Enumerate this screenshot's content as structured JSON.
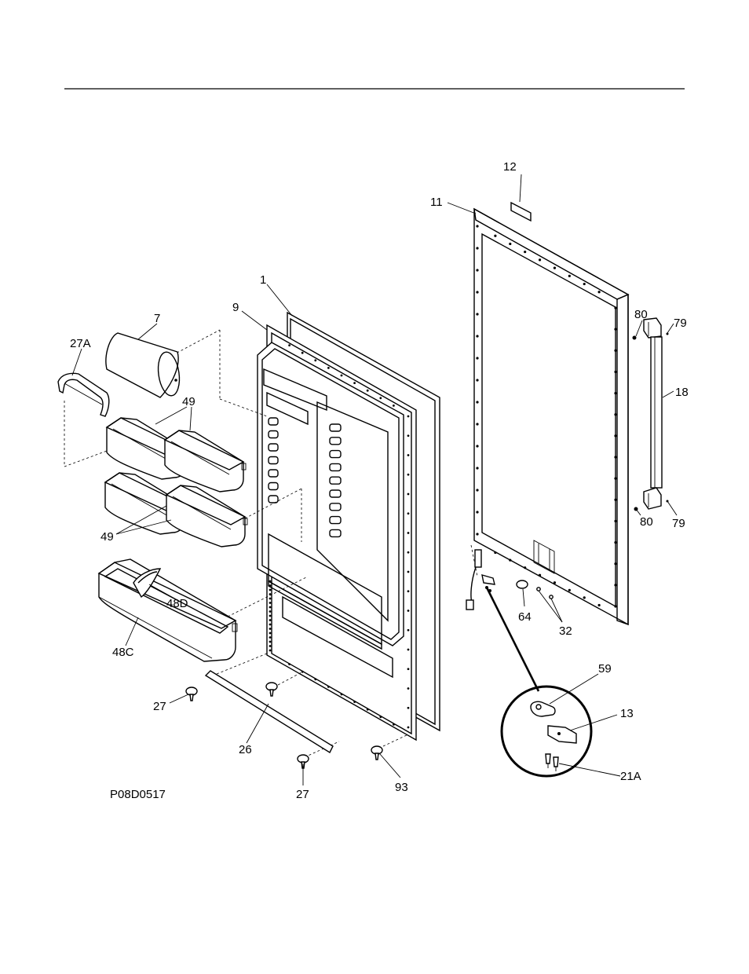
{
  "diagram_id": "P08D0517",
  "callouts": [
    {
      "id": "c-12",
      "text": "12"
    },
    {
      "id": "c-11",
      "text": "11"
    },
    {
      "id": "c-1",
      "text": "1"
    },
    {
      "id": "c-9",
      "text": "9"
    },
    {
      "id": "c-7",
      "text": "7"
    },
    {
      "id": "c-27A",
      "text": "27A"
    },
    {
      "id": "c-49a",
      "text": "49"
    },
    {
      "id": "c-49b",
      "text": "49"
    },
    {
      "id": "c-48D",
      "text": "48D"
    },
    {
      "id": "c-48C",
      "text": "48C"
    },
    {
      "id": "c-27a",
      "text": "27"
    },
    {
      "id": "c-26",
      "text": "26"
    },
    {
      "id": "c-27b",
      "text": "27"
    },
    {
      "id": "c-93",
      "text": "93"
    },
    {
      "id": "c-80a",
      "text": "80"
    },
    {
      "id": "c-79a",
      "text": "79"
    },
    {
      "id": "c-18",
      "text": "18"
    },
    {
      "id": "c-80b",
      "text": "80"
    },
    {
      "id": "c-79b",
      "text": "79"
    },
    {
      "id": "c-64",
      "text": "64"
    },
    {
      "id": "c-32",
      "text": "32"
    },
    {
      "id": "c-59",
      "text": "59"
    },
    {
      "id": "c-13",
      "text": "13"
    },
    {
      "id": "c-21A",
      "text": "21A"
    }
  ]
}
